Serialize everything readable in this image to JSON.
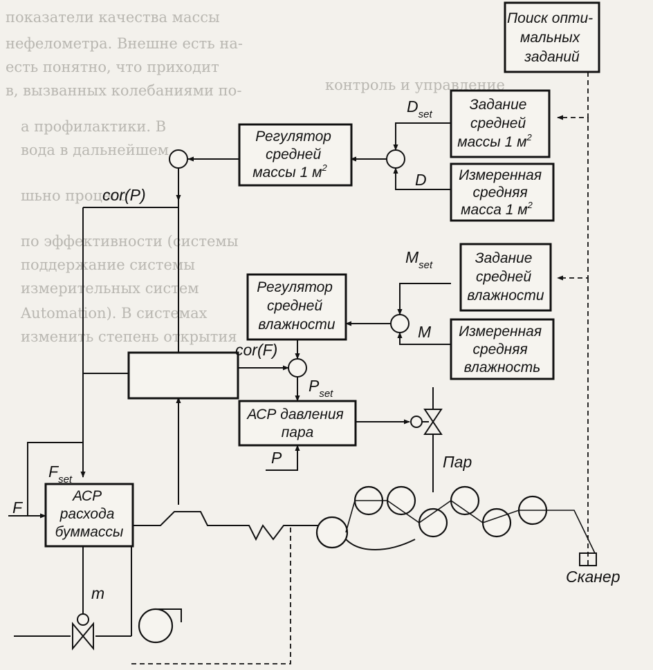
{
  "blocks": {
    "search": [
      "Поиск опти-",
      "мальных",
      "заданий"
    ],
    "mass_setpoint": [
      "Задание",
      "средней",
      "массы 1 м",
      "2"
    ],
    "mass_measured": [
      "Измеренная",
      "средняя",
      "масса 1 м",
      "2"
    ],
    "moist_setpoint": [
      "Задание",
      "средней",
      "влажности"
    ],
    "moist_measured": [
      "Измеренная",
      "средняя",
      "влажность"
    ],
    "mass_regulator": [
      "Регулятор",
      "средней",
      "массы 1 м",
      "2"
    ],
    "moist_regulator": [
      "Регулятор",
      "средней",
      "влажности"
    ],
    "steam_asr": [
      "АСР давления",
      "пара"
    ],
    "flow_asr": [
      "АСР",
      "расхода",
      "буммассы"
    ]
  },
  "signals": {
    "d_set": [
      "D",
      "set"
    ],
    "d": "D",
    "m_set": [
      "M",
      "set"
    ],
    "m": "M",
    "cor_p": "cor(P)",
    "cor_f": "cor(F)",
    "p_set": [
      "P",
      "set"
    ],
    "p": "P",
    "f_set": [
      "F",
      "set"
    ],
    "f": "F",
    "m_small": "m",
    "steam": "Пар",
    "scanner": "Сканер"
  },
  "background_text": [
    "показатели качества массы",
    "нефелометра. Внешне есть на-",
    "есть понятно, что приходит",
    "в, вызванных колебаниями по-",
    "а профилактики. В",
    "вода в дальнейшем",
    "шьно процесс",
    "по эффективности (системы",
    "поддержание системы",
    "измерительных систем",
    "Automation). В системах",
    "изменить степень открытия",
    "контроль и управление"
  ]
}
